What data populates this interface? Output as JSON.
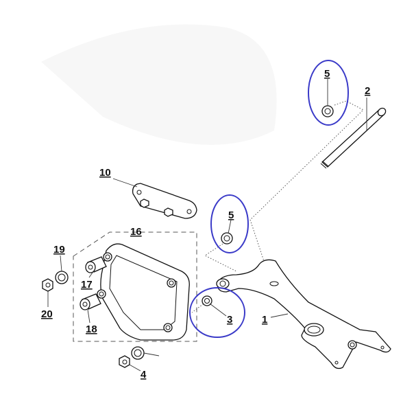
{
  "diagram": {
    "labels": {
      "arm": "1",
      "bolt": "2",
      "washer_lower": "3",
      "nut_bottom": "4",
      "washer_top": "5",
      "washer_mid": "5",
      "plate": "10",
      "bracket_group": "16",
      "stud_upper": "17",
      "stud_lower": "18",
      "washer_left": "19",
      "nut_left": "20"
    },
    "highlight_color": "#3a3ac8"
  }
}
